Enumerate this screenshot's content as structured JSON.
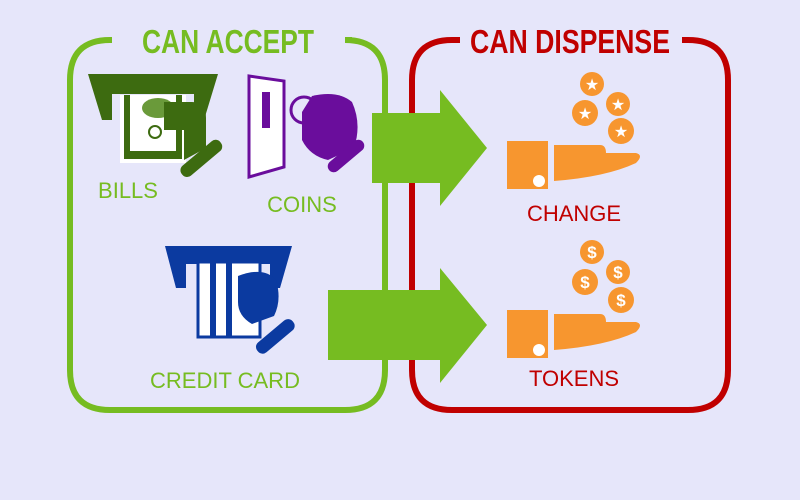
{
  "colors": {
    "background": "#e6e6fa",
    "accept": "#76bc21",
    "dispense": "#c00000",
    "bills": "#3d6b10",
    "coins": "#6a0d9c",
    "card": "#0b3aa0",
    "hand": "#f7962f"
  },
  "accept": {
    "title": "CAN ACCEPT",
    "items": [
      {
        "label": "BILLS",
        "icon": "bill-insert-icon"
      },
      {
        "label": "COINS",
        "icon": "coin-insert-icon"
      },
      {
        "label": "CREDIT CARD",
        "icon": "credit-card-insert-icon"
      }
    ]
  },
  "dispense": {
    "title": "CAN DISPENSE",
    "items": [
      {
        "label": "CHANGE",
        "icon": "hand-star-coins-icon"
      },
      {
        "label": "TOKENS",
        "icon": "hand-dollar-coins-icon"
      }
    ],
    "dollar_symbol": "$"
  }
}
